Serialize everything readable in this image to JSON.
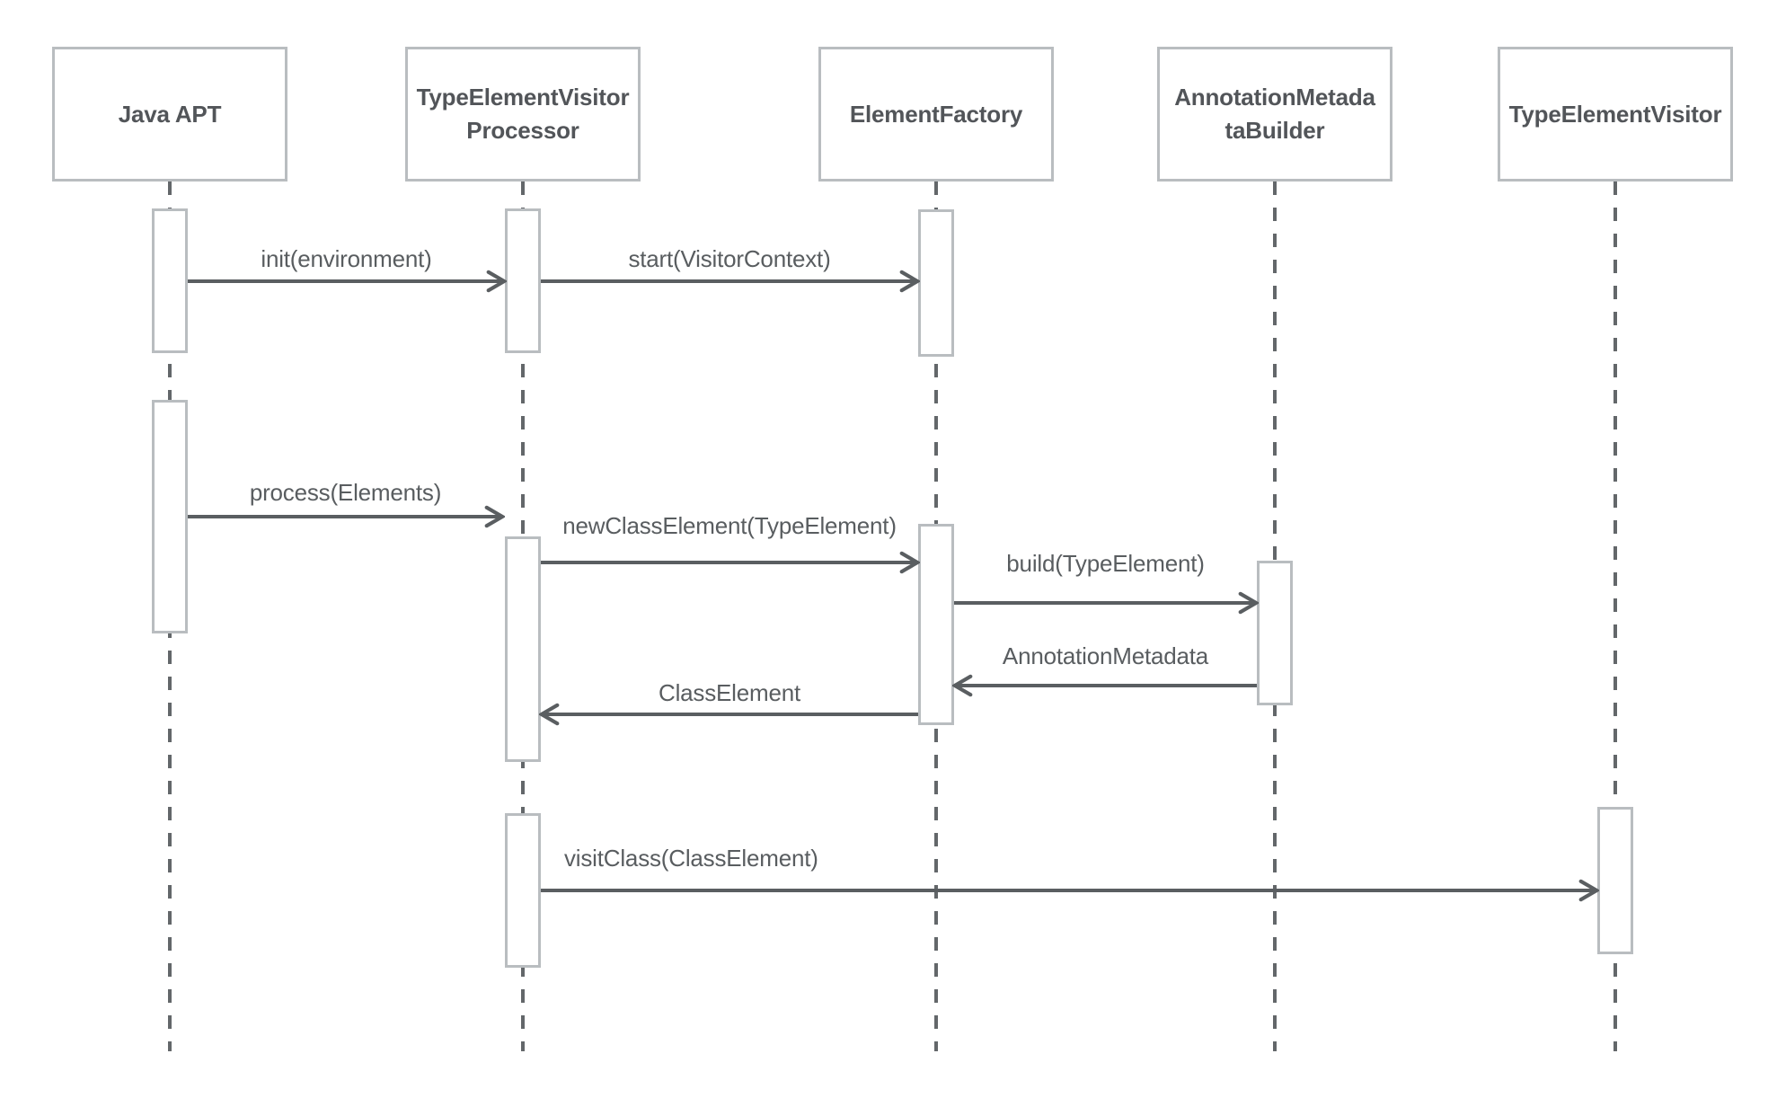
{
  "diagram": {
    "type": "uml-sequence",
    "participants": [
      {
        "id": "java-apt",
        "label": "Java APT",
        "lines": [
          "Java APT"
        ]
      },
      {
        "id": "type-element-visitor-processor",
        "label": "TypeElementVisitorProcessor",
        "lines": [
          "TypeElementVisitor",
          "Processor"
        ]
      },
      {
        "id": "element-factory",
        "label": "ElementFactory",
        "lines": [
          "ElementFactory"
        ]
      },
      {
        "id": "annotation-metadata-builder",
        "label": "AnnotationMetadataBuilder",
        "lines": [
          "AnnotationMetada",
          "taBuilder"
        ]
      },
      {
        "id": "type-element-visitor",
        "label": "TypeElementVisitor",
        "lines": [
          "TypeElementVisitor"
        ]
      }
    ],
    "messages": [
      {
        "label": "init(environment)",
        "from": "Java APT",
        "to": "TypeElementVisitorProcessor",
        "direction": "right"
      },
      {
        "label": "start(VisitorContext)",
        "from": "TypeElementVisitorProcessor",
        "to": "ElementFactory",
        "direction": "right"
      },
      {
        "label": "process(Elements)",
        "from": "Java APT",
        "to": "TypeElementVisitorProcessor",
        "direction": "right"
      },
      {
        "label": "newClassElement(TypeElement)",
        "from": "TypeElementVisitorProcessor",
        "to": "ElementFactory",
        "direction": "right"
      },
      {
        "label": "build(TypeElement)",
        "from": "ElementFactory",
        "to": "AnnotationMetadataBuilder",
        "direction": "right"
      },
      {
        "label": "AnnotationMetadata",
        "from": "AnnotationMetadataBuilder",
        "to": "ElementFactory",
        "direction": "left"
      },
      {
        "label": "ClassElement",
        "from": "ElementFactory",
        "to": "TypeElementVisitorProcessor",
        "direction": "left"
      },
      {
        "label": "visitClass(ClassElement)",
        "from": "TypeElementVisitorProcessor",
        "to": "TypeElementVisitor",
        "direction": "right"
      }
    ],
    "colors": {
      "background": "#ffffff",
      "box_border": "#b9bdc0",
      "lifeline": "#63676a",
      "arrow": "#5a5e61",
      "message_text": "#595d60",
      "title_text": "#525559"
    }
  }
}
